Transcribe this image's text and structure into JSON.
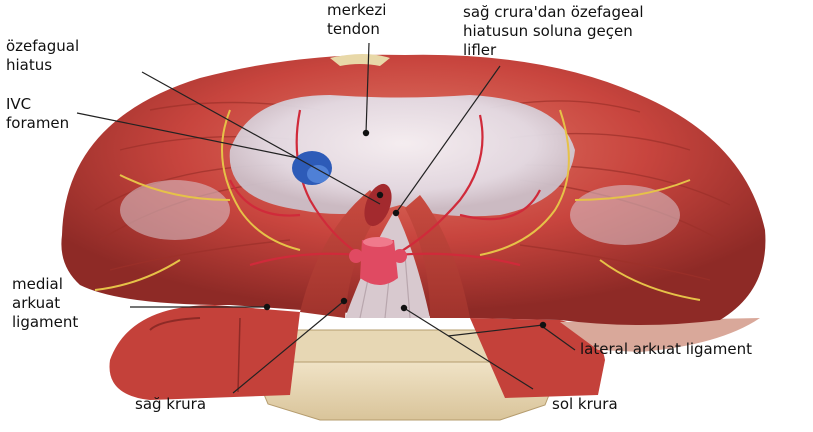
{
  "labels": {
    "ozefagual_hiatus": [
      "özefagual",
      "hiatus"
    ],
    "ivc_foramen": [
      "IVC",
      "foramen"
    ],
    "merkezi_tendon": [
      "merkezi",
      "tendon"
    ],
    "sag_crura_fibers": [
      "sağ crura'dan özefageal",
      "hiatusun soluna geçen",
      "lifler"
    ],
    "medial_arkuat": [
      "medial",
      "arkuat",
      "ligament"
    ],
    "lateral_arkuat": "lateral arkuat ligament",
    "sag_krura": "sağ krura",
    "sol_krura": "sol krura"
  },
  "colors": {
    "muscle": "#c8453e",
    "muscle_dark": "#8e2a26",
    "tendon": "#e9e4ec",
    "ivc": "#2d5bb8",
    "aorta": "#e04a62",
    "nerve": "#e6c248",
    "leader": "#222222"
  }
}
